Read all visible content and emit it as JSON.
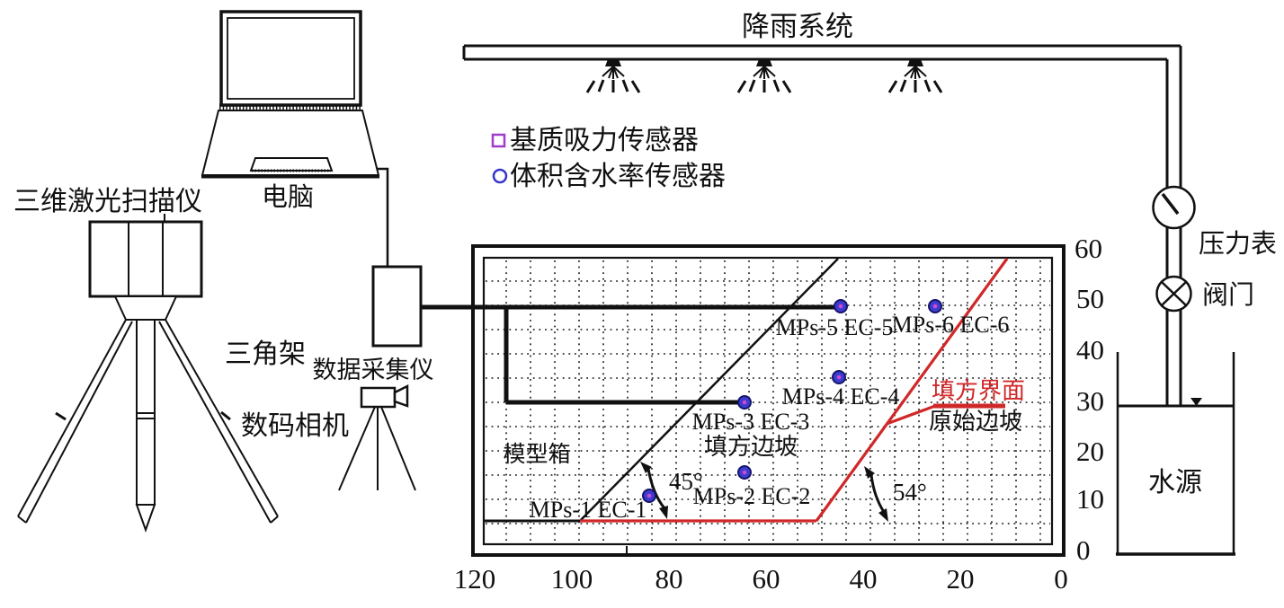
{
  "equipment": {
    "scanner": "三维激光扫描仪",
    "computer": "电脑",
    "tripod": "三角架",
    "camera": "数码相机",
    "daq": "数据采集仪",
    "rainfall_system": "降雨系统",
    "pressure_gauge": "压力表",
    "valve": "阀门",
    "water_source": "水源"
  },
  "legend": {
    "matric_suction_sensor": "基质吸力传感器",
    "water_content_sensor": "体积含水率传感器"
  },
  "model_box": {
    "label": "模型箱",
    "fill_slope": "填方边坡",
    "fill_slope_angle": "45°",
    "original_slope": "原始边坡",
    "original_slope_angle": "54°",
    "fill_interface": "填方界面",
    "sensors": [
      {
        "label": "MPs-1 EC-1",
        "x_cm": 84,
        "y_cm": 11
      },
      {
        "label": "MPs-2 EC-2",
        "x_cm": 64,
        "y_cm": 16
      },
      {
        "label": "MPs-3 EC-3",
        "x_cm": 64,
        "y_cm": 30
      },
      {
        "label": "MPs-4 EC-4",
        "x_cm": 45,
        "y_cm": 35
      },
      {
        "label": "MPs-5 EC-5",
        "x_cm": 45,
        "y_cm": 49
      },
      {
        "label": "MPs-6 EC-6",
        "x_cm": 25,
        "y_cm": 49
      }
    ]
  },
  "axes": {
    "x_ticks": [
      "120",
      "100",
      "80",
      "60",
      "40",
      "20",
      "0"
    ],
    "y_ticks": [
      "60",
      "50",
      "40",
      "30",
      "20",
      "10",
      "0"
    ],
    "x_range_cm": [
      0,
      120
    ],
    "y_range_cm": [
      0,
      60
    ]
  },
  "colors": {
    "ink": "#111111",
    "red_line": "#d02828",
    "sensor_ring": "#3c3cd0",
    "sensor_ring_edge": "#15156b",
    "sensor_core": "#d24ad2",
    "legend_square": "#a03ccc",
    "legend_circle": "#3535cc"
  }
}
